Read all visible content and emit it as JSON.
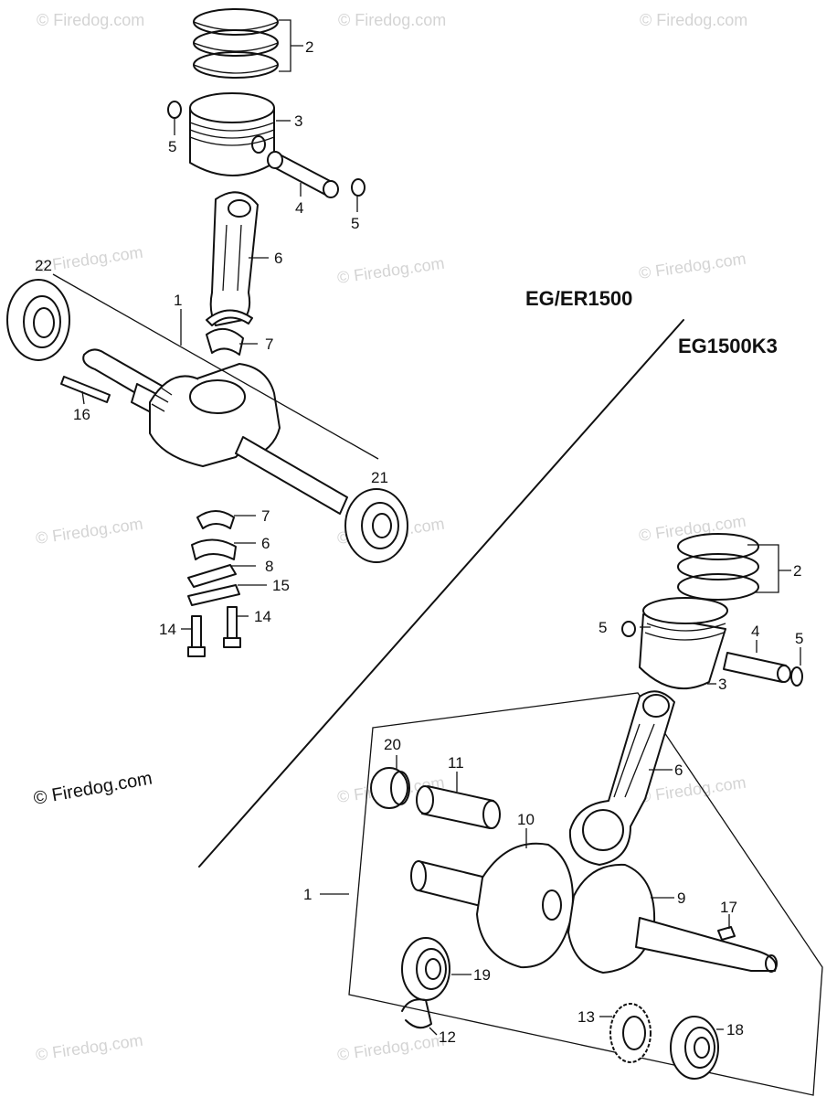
{
  "models": {
    "upper": "EG/ER1500",
    "lower": "EG1500K3"
  },
  "copyright": "© Firedog.com",
  "watermark": "© Firedog.com",
  "callouts": {
    "upper": {
      "piston_rings": "2",
      "piston": "3",
      "piston_pin": "4",
      "pin_clip_left": "5",
      "pin_clip_right": "5",
      "connecting_rod": "6",
      "bearing_top": "7",
      "crankshaft": "1",
      "bearing_left": "22",
      "key": "16",
      "bearing_right": "21",
      "bearing_bottom": "7",
      "rod_cap": "6",
      "lock_plate": "8",
      "oil_dipper": "15",
      "bolt_left": "14",
      "bolt_right": "14"
    },
    "lower": {
      "piston_rings": "2",
      "pin_clip_left": "5",
      "piston_pin": "4",
      "pin_clip_right": "5",
      "piston": "3",
      "connecting_rod": "6",
      "needle_bearing": "20",
      "crank_pin": "11",
      "crank_web_left": "10",
      "crankshaft": "1",
      "crank_web_right": "9",
      "woodruff_key": "17",
      "bearing_left": "19",
      "gear": "13",
      "circlip": "12",
      "bearing_right": "18"
    }
  }
}
